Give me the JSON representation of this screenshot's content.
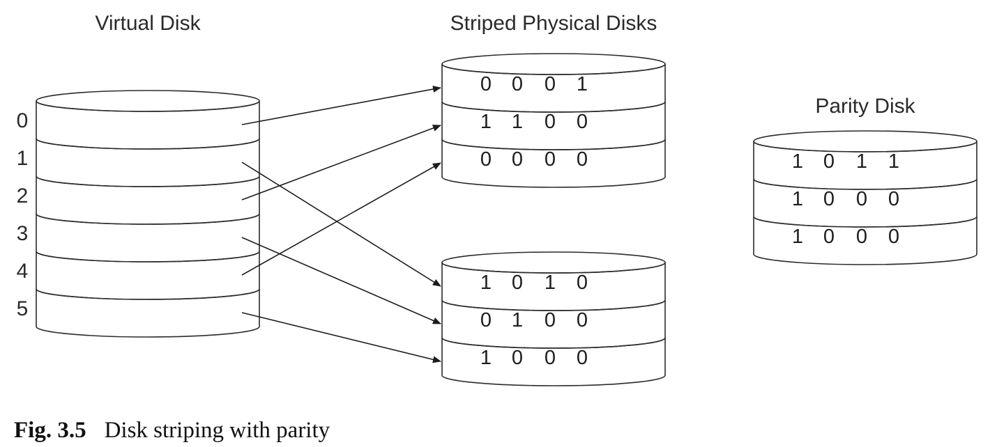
{
  "headers": {
    "virtual_disk": "Virtual Disk",
    "striped_disks": "Striped Physical Disks",
    "parity_disk": "Parity Disk"
  },
  "virtual_disk": {
    "strips": [
      {
        "label": "0",
        "shade": "dark"
      },
      {
        "label": "1",
        "shade": "light"
      },
      {
        "label": "2",
        "shade": "dark"
      },
      {
        "label": "3",
        "shade": "light"
      },
      {
        "label": "4",
        "shade": "dark"
      },
      {
        "label": "5",
        "shade": "light"
      }
    ]
  },
  "striped_disks": [
    {
      "shade": "dark",
      "rows": [
        [
          "0",
          "0",
          "0",
          "1"
        ],
        [
          "1",
          "1",
          "0",
          "0"
        ],
        [
          "0",
          "0",
          "0",
          "0"
        ]
      ]
    },
    {
      "shade": "light",
      "rows": [
        [
          "1",
          "0",
          "1",
          "0"
        ],
        [
          "0",
          "1",
          "0",
          "0"
        ],
        [
          "1",
          "0",
          "0",
          "0"
        ]
      ]
    }
  ],
  "parity_disk": {
    "shade": "white",
    "rows": [
      [
        "1",
        "0",
        "1",
        "1"
      ],
      [
        "1",
        "0",
        "0",
        "0"
      ],
      [
        "1",
        "0",
        "0",
        "0"
      ]
    ]
  },
  "mappings": [
    {
      "from_strip": "0",
      "to_disk": 1,
      "to_row": 1
    },
    {
      "from_strip": "1",
      "to_disk": 2,
      "to_row": 1
    },
    {
      "from_strip": "2",
      "to_disk": 1,
      "to_row": 2
    },
    {
      "from_strip": "3",
      "to_disk": 2,
      "to_row": 2
    },
    {
      "from_strip": "4",
      "to_disk": 1,
      "to_row": 3
    },
    {
      "from_strip": "5",
      "to_disk": 2,
      "to_row": 3
    }
  ],
  "caption": {
    "label": "Fig. 3.5",
    "text": "Disk striping with parity"
  },
  "colors": {
    "dark_stripe": "#7a7a7a",
    "light_stripe": "#cfcfcf",
    "white_stripe": "#ffffff",
    "outline": "#2a2a2a"
  }
}
